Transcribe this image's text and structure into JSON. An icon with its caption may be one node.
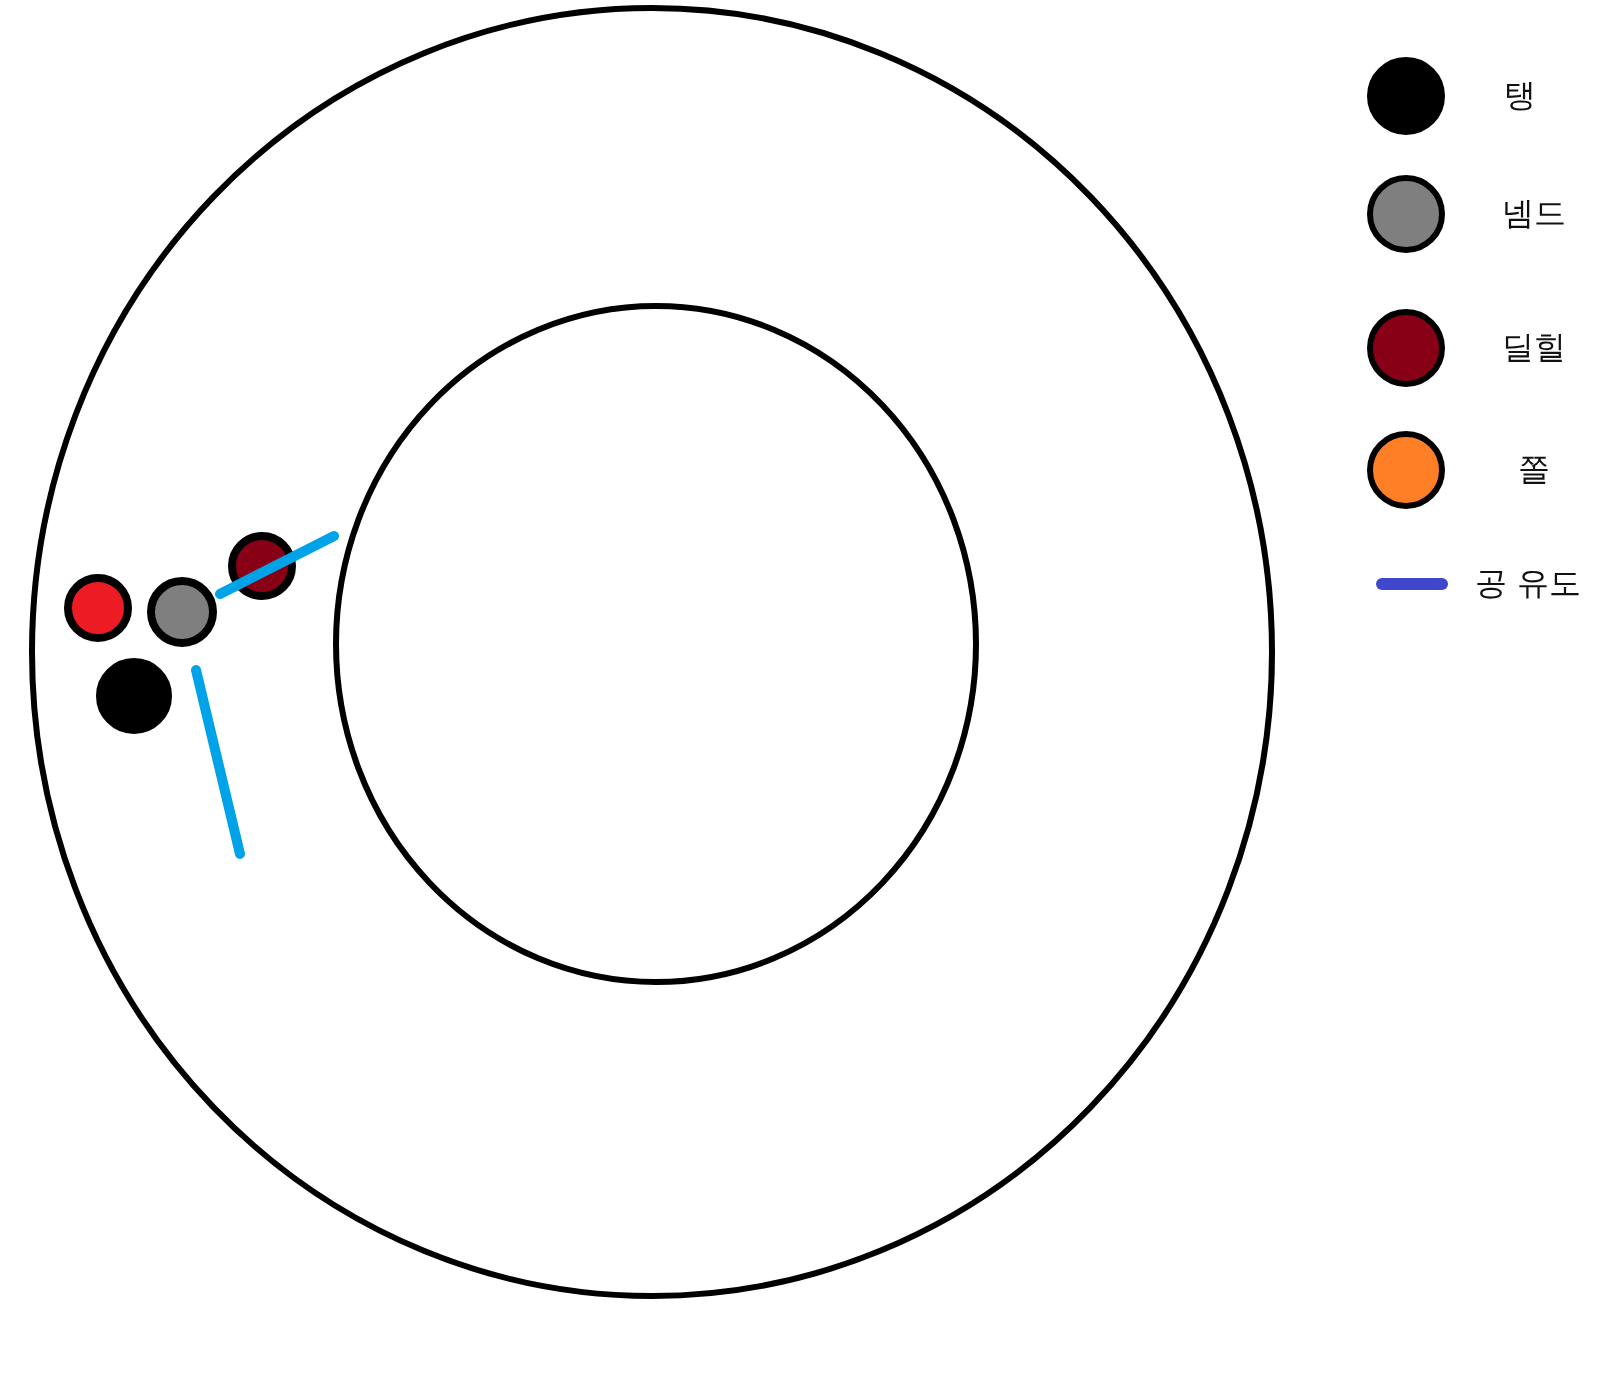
{
  "diagram": {
    "legend": [
      {
        "text": "탱",
        "color": "#000000"
      },
      {
        "text": "넴드",
        "color": "#7f7f7f"
      },
      {
        "text": "딜힐",
        "color": "#880015"
      },
      {
        "text": "쫄",
        "color": "#ff7f27"
      },
      {
        "text": "공 유도"
      }
    ]
  }
}
